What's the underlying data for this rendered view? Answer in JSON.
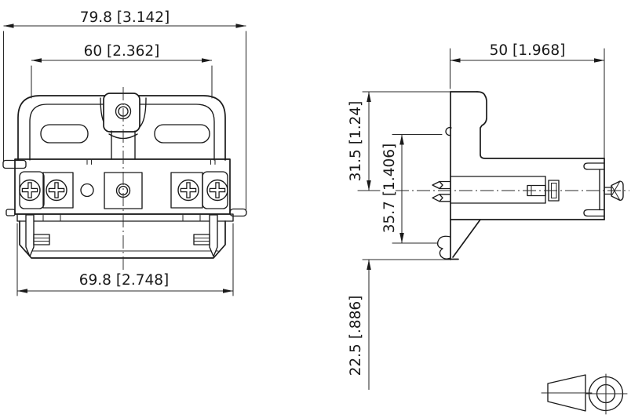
{
  "drawing": {
    "background": "#ffffff",
    "line_color": "#1a1a1a",
    "views": {
      "front_view": {
        "dimensions": {
          "overall_width": "79.8 [3.142]",
          "cover_width": "60 [2.362]",
          "rail_width": "69.8 [2.748]"
        }
      },
      "side_view": {
        "dimensions": {
          "depth": "50 [1.968]",
          "upper_height": "31.5 [1.24]",
          "clip_span": "35.7 [1.406]",
          "lower_height": "22.5 [.886]"
        }
      }
    }
  }
}
